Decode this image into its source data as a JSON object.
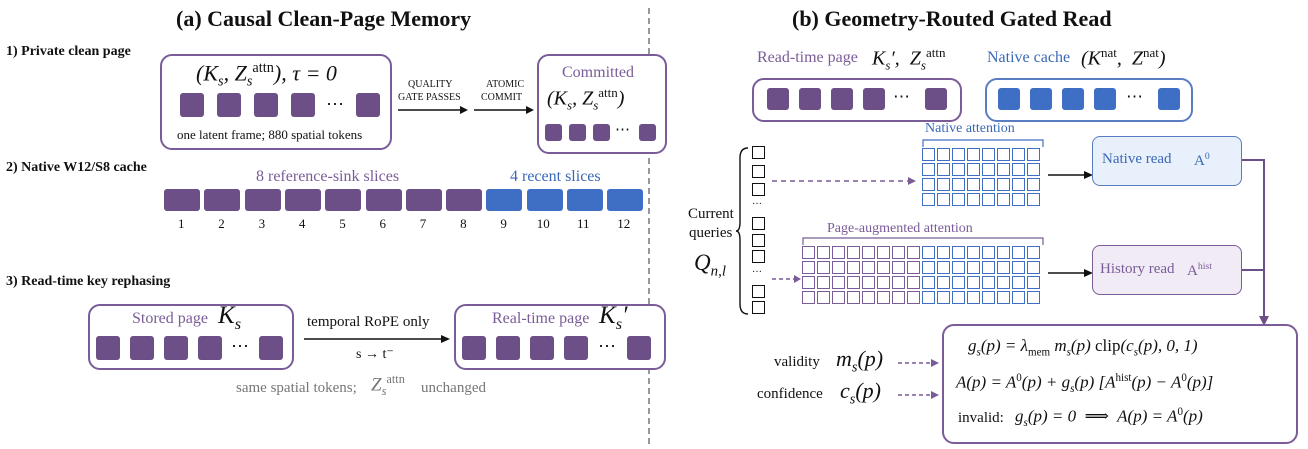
{
  "panel_a": {
    "title": "(a) Causal Clean-Page Memory",
    "step1": {
      "label": "1) Private clean page",
      "note": "one latent frame; 880 spatial tokens",
      "arrow1_line1": "QUALITY",
      "arrow1_line2": "GATE PASSES",
      "arrow2_line1": "ATOMIC",
      "arrow2_line2": "COMMIT",
      "committed_label": "Committed"
    },
    "step2": {
      "label": "2) Native W12/S8 cache",
      "sink_label": "8 reference-sink slices",
      "recent_label": "4 recent slices",
      "slice_numbers": [
        "1",
        "2",
        "3",
        "4",
        "5",
        "6",
        "7",
        "8",
        "9",
        "10",
        "11",
        "12"
      ]
    },
    "step3": {
      "label": "3) Read-time key rephasing",
      "stored_label": "Stored page",
      "arrow_top": "temporal RoPE only",
      "arrow_bottom": "s → t⁻",
      "realtime_label": "Real-time page",
      "note_left": "same spatial tokens;",
      "note_right": "unchanged"
    }
  },
  "panel_b": {
    "title": "(b) Geometry-Routed Gated Read",
    "readtime_label": "Read-time page",
    "native_cache_label": "Native cache",
    "native_attention": "Native attention",
    "page_attention": "Page-augmented attention",
    "queries_line1": "Current",
    "queries_line2": "queries",
    "native_read": "Native read",
    "history_read": "History read",
    "validity": "validity",
    "confidence": "confidence",
    "invalid": "invalid:"
  },
  "colors": {
    "page": "#6b4f86",
    "native": "#3f6fc4",
    "page_outline": "#7a5c98",
    "native_outline": "#5a7cc0"
  }
}
